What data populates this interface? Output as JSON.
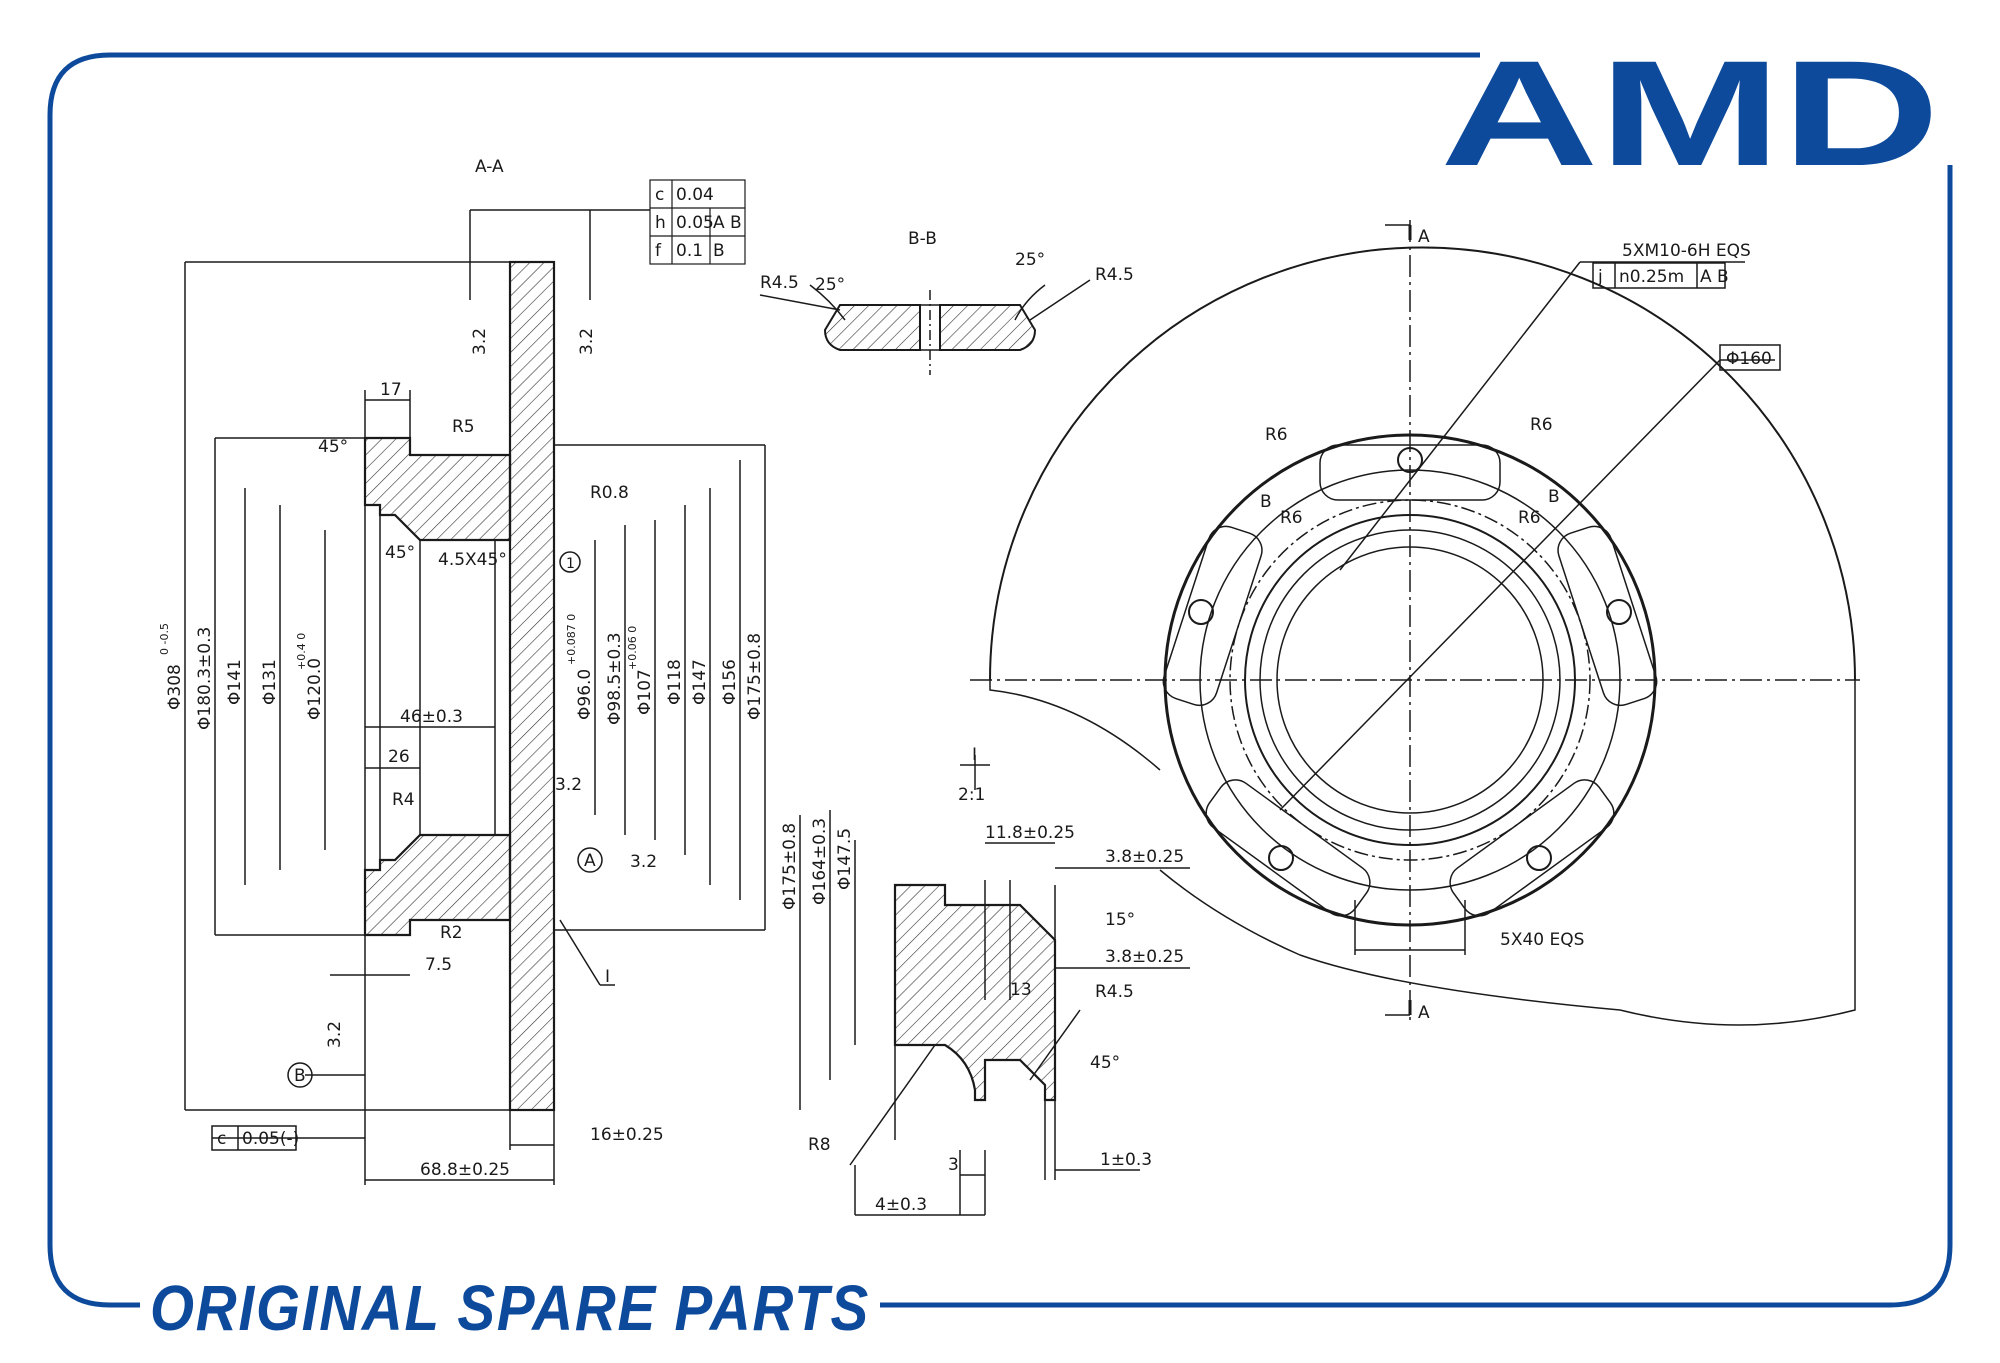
{
  "brand": {
    "logo_text": "AMD",
    "footer": "ORIGINAL SPARE PARTS",
    "color": "#0d4a9c"
  },
  "section_view": {
    "title": "A-A",
    "tolerance_frame": [
      {
        "sym": "c",
        "val": "0.04",
        "ref": ""
      },
      {
        "sym": "h",
        "val": "0.05",
        "ref": "A B"
      },
      {
        "sym": "f",
        "val": "0.1",
        "ref": "B"
      }
    ],
    "dims": {
      "d308": "Φ308",
      "d308_tol": "0 -0.5",
      "d180": "Φ180.3±0.3",
      "d141": "Φ141",
      "d131": "Φ131",
      "d120": "Φ120.0",
      "d120_tol": "+0.4 0",
      "d96": "Φ96.0",
      "d96_tol": "+0.087 0",
      "d985": "Φ98.5±0.3",
      "d107": "Φ107",
      "d107_tol": "+0.06 0",
      "d118": "Φ118",
      "d147": "Φ147",
      "d156": "Φ156",
      "d175": "Φ175±0.8",
      "w17": "17",
      "w46": "46±0.3",
      "w26": "26",
      "w75": "7.5",
      "w16": "16±0.25",
      "w688": "68.8±0.25",
      "r5": "R5",
      "r08": "R0.8",
      "r4": "R4",
      "r2": "R2",
      "a45a": "45°",
      "a45b": "45°",
      "chamfer": "4.5X45°",
      "rough_a": "3.2",
      "rough_b": "3.2",
      "rough_c": "3.2",
      "rough_d": "3.2",
      "rough_e": "3.2",
      "datum_a": "A",
      "datum_b": "B",
      "datum_1": "1",
      "detail_ref": "I",
      "c_frame_sym": "c",
      "c_frame_val": "0.05(-)"
    }
  },
  "bb_view": {
    "title": "B-B",
    "r_left": "R4.5",
    "r_right": "R4.5",
    "a_left": "25°",
    "a_right": "25°"
  },
  "detail_view": {
    "title": "I",
    "scale": "2:1",
    "d175": "Φ175±0.8",
    "d164": "Φ164±0.3",
    "d1475": "Φ147.5",
    "w118": "11.8±0.25",
    "w38a": "3.8±0.25",
    "w38b": "3.8±0.25",
    "a15": "15°",
    "w13": "13",
    "r45": "R4.5",
    "a45": "45°",
    "r8": "R8",
    "w3": "3",
    "w4": "4±0.3",
    "w1": "1±0.3"
  },
  "front_view": {
    "section_mark": "A",
    "hole_spec": "5XM10-6H EQS",
    "pos_frame": {
      "sym": "j",
      "val": "n0.25m",
      "ref": "A B"
    },
    "pcd": "Φ160",
    "r6": "R6",
    "cut_b": "B",
    "slot_spec": "5X40 EQS"
  }
}
